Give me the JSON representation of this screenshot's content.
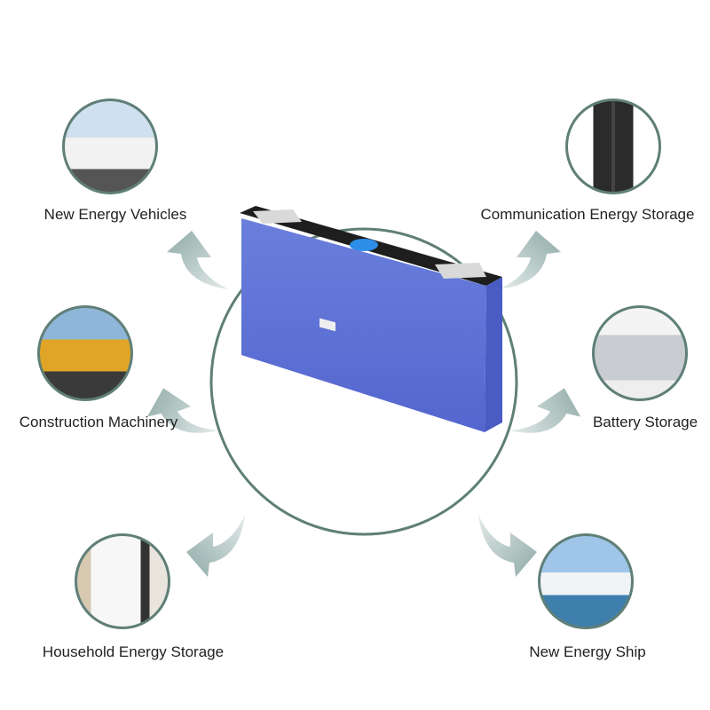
{
  "applications": [
    {
      "label": "New Energy Vehicles",
      "image": "truck-photo"
    },
    {
      "label": "Communication Energy Storage",
      "image": "battery-racks-photo"
    },
    {
      "label": "Construction Machinery",
      "image": "wheel-loader-photo"
    },
    {
      "label": "Battery Storage",
      "image": "storage-module-photo"
    },
    {
      "label": "Household Energy Storage",
      "image": "home-battery-photo"
    },
    {
      "label": "New Energy Ship",
      "image": "yacht-photo"
    }
  ],
  "colors": {
    "ring": "#5f7f78",
    "arrow": "#9fb4b2",
    "battery": "#5f73d6",
    "battery_top": "#1e1e1e"
  }
}
